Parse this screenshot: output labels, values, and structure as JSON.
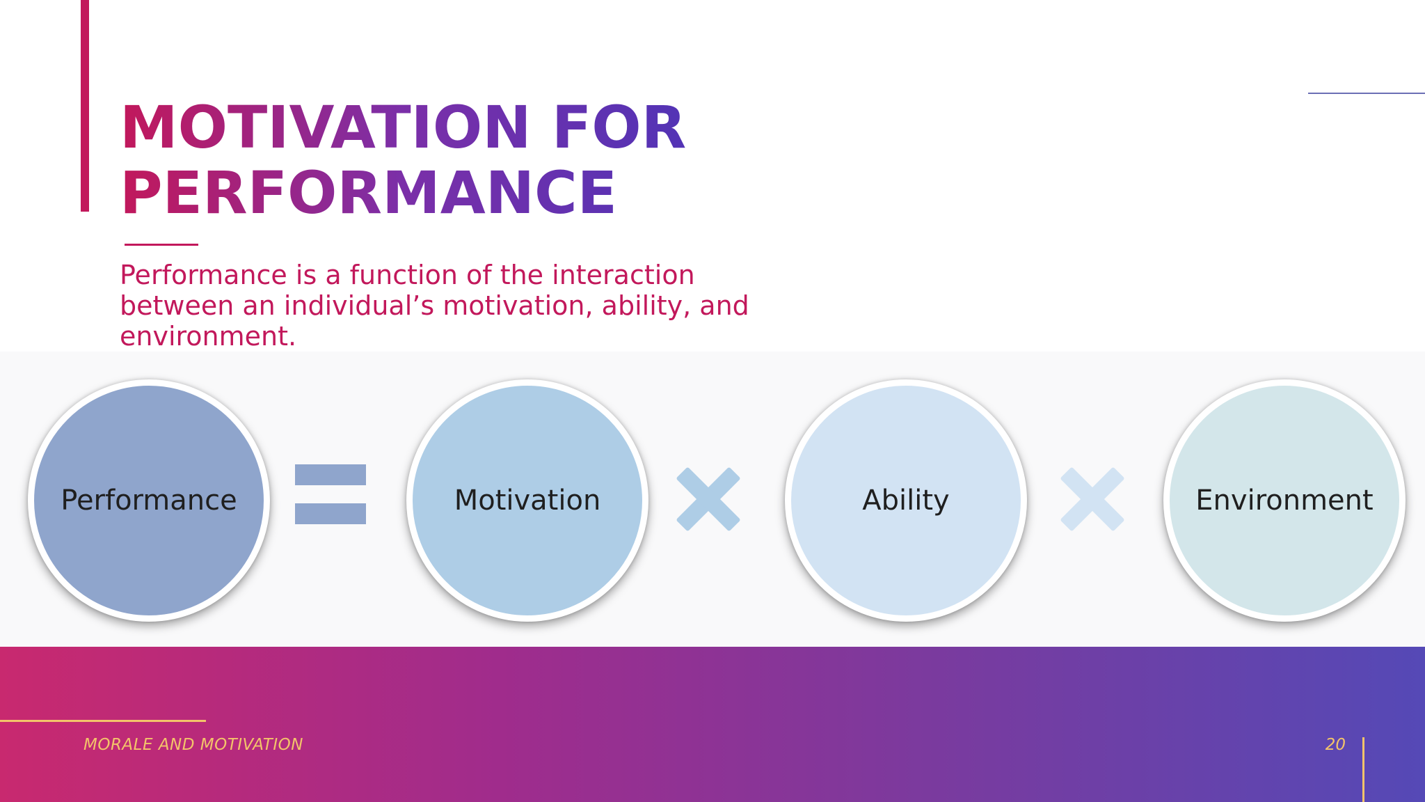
{
  "slide": {
    "title": "MOTIVATION FOR PERFORMANCE",
    "subtitle": "Performance is a function of the interaction between an individual’s motivation, ability, and environment."
  },
  "diagram": {
    "terms": [
      {
        "label": "Performance",
        "color": "#8fa5cc"
      },
      {
        "label": "Motivation",
        "color": "#aecde6"
      },
      {
        "label": "Ability",
        "color": "#d2e3f3"
      },
      {
        "label": "Environment",
        "color": "#d3e6ea"
      }
    ],
    "operators": [
      "equals-icon",
      "times-icon",
      "times-icon"
    ]
  },
  "footer": {
    "text": "MORALE AND MOTIVATION",
    "page_number": "20"
  },
  "colors": {
    "accent": "#c2185b",
    "title_gradient_end": "#4a34b8",
    "footer_text": "#f3c46a"
  }
}
